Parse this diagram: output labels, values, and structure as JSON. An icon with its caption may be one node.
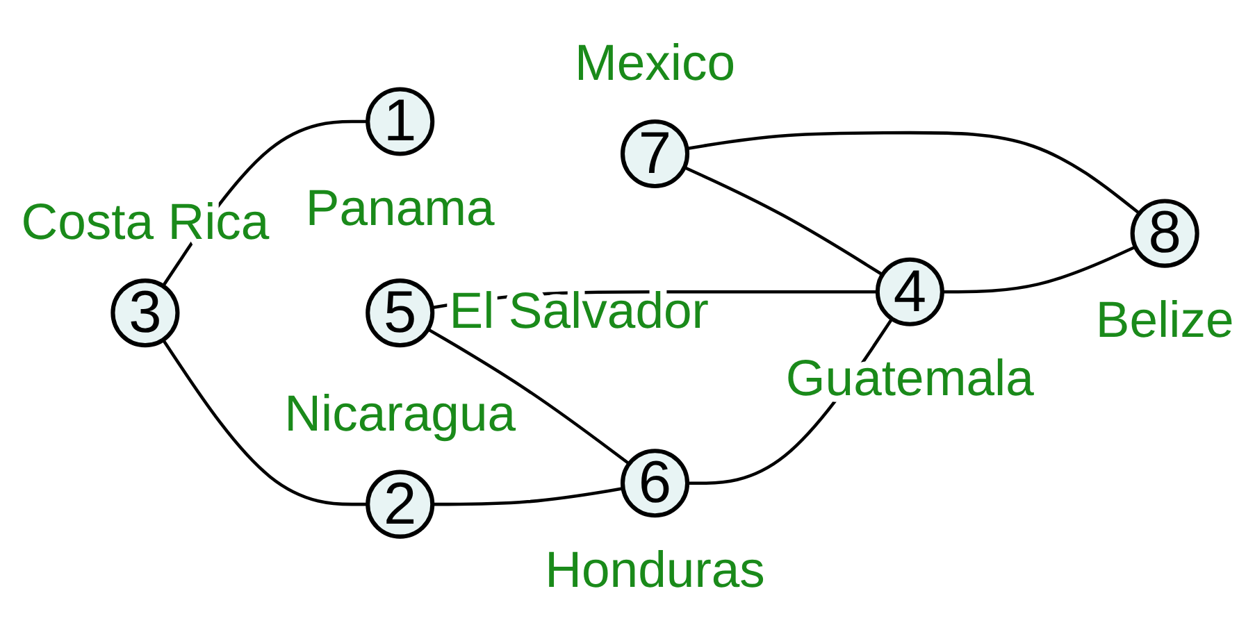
{
  "diagram": {
    "nodes": [
      {
        "text": [
          "3"
        ],
        "beside": [
          "Costa Rica"
        ]
      },
      {
        "text": [
          "2"
        ],
        "beside": [
          "Nicaragua"
        ]
      },
      {
        "text": [
          "5"
        ],
        "beside": [
          "El Salvador"
        ]
      },
      {
        "text": [
          "7"
        ],
        "beside": [
          "Mexico"
        ]
      },
      {
        "text": [
          "1"
        ],
        "beside": [
          "Panama"
        ]
      },
      {
        "text": [
          "6"
        ],
        "beside": [
          "Honduras"
        ]
      },
      {
        "text": [
          "4"
        ],
        "beside": [
          "Guatemala"
        ]
      },
      {
        "text": [
          "8"
        ],
        "beside": [
          "Belize"
        ]
      }
    ],
    "edges": [
      {
        "from": 0,
        "to": 1,
        "arrow": "none"
      },
      {
        "from": 0,
        "to": 4,
        "arrow": "none"
      },
      {
        "from": 1,
        "to": 5,
        "arrow": "none"
      },
      {
        "from": 2,
        "to": 5,
        "arrow": "none"
      },
      {
        "from": 2,
        "to": 6,
        "arrow": "none"
      },
      {
        "from": 3,
        "to": 6,
        "arrow": "none"
      },
      {
        "from": 3,
        "to": 7,
        "arrow": "none"
      },
      {
        "from": 5,
        "to": 6,
        "arrow": "none"
      },
      {
        "from": 6,
        "to": 7,
        "arrow": "none"
      }
    ]
  }
}
